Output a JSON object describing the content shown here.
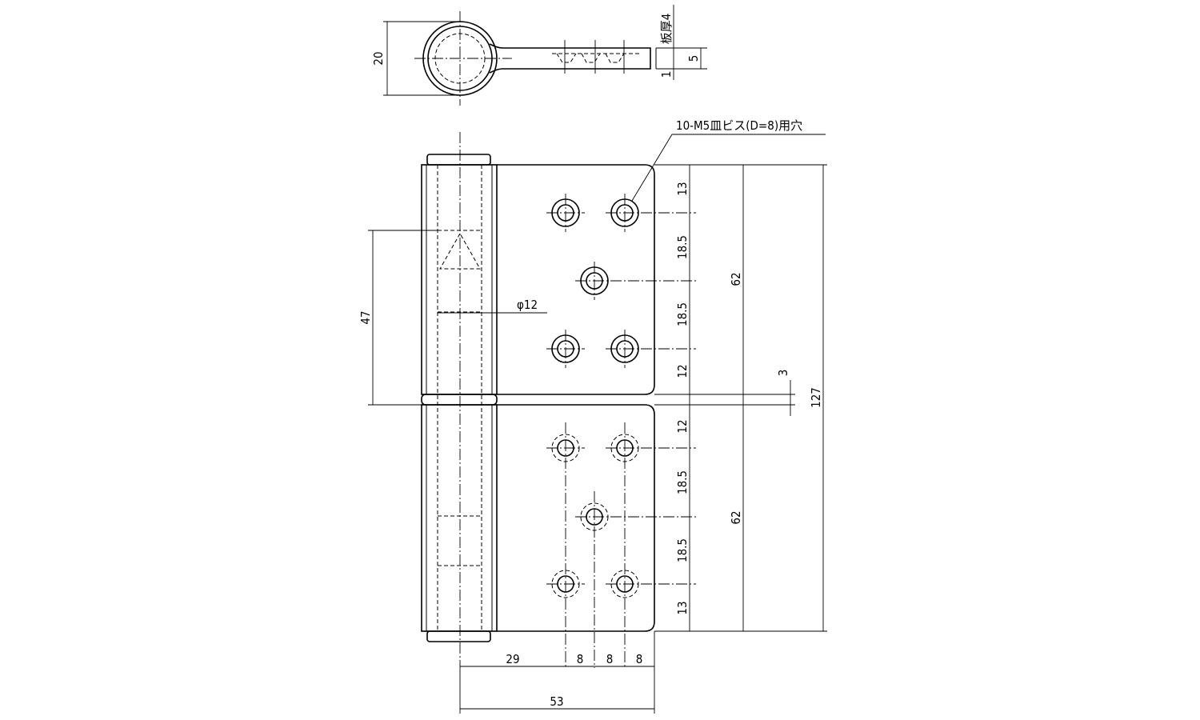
{
  "top_view": {
    "dim_width": "20",
    "dim_thickness_label": "板厚4",
    "dim_leaf_offset": "5",
    "dim_leaf_gap": "1"
  },
  "front_view": {
    "hole_callout": "10-M5皿ビス(D=8)用穴",
    "pin_diameter": "φ12",
    "dim_pin_length": "47",
    "dim_upper_leaf_height": "62",
    "dim_lower_leaf_height": "62",
    "dim_overall_height": "127",
    "dim_gap": "3",
    "upper_pitches": [
      "13",
      "18.5",
      "18.5",
      "12"
    ],
    "lower_pitches": [
      "12",
      "18.5",
      "18.5",
      "13"
    ],
    "bottom_dims": [
      "29",
      "8",
      "8",
      "8"
    ],
    "dim_overall_width": "53"
  }
}
